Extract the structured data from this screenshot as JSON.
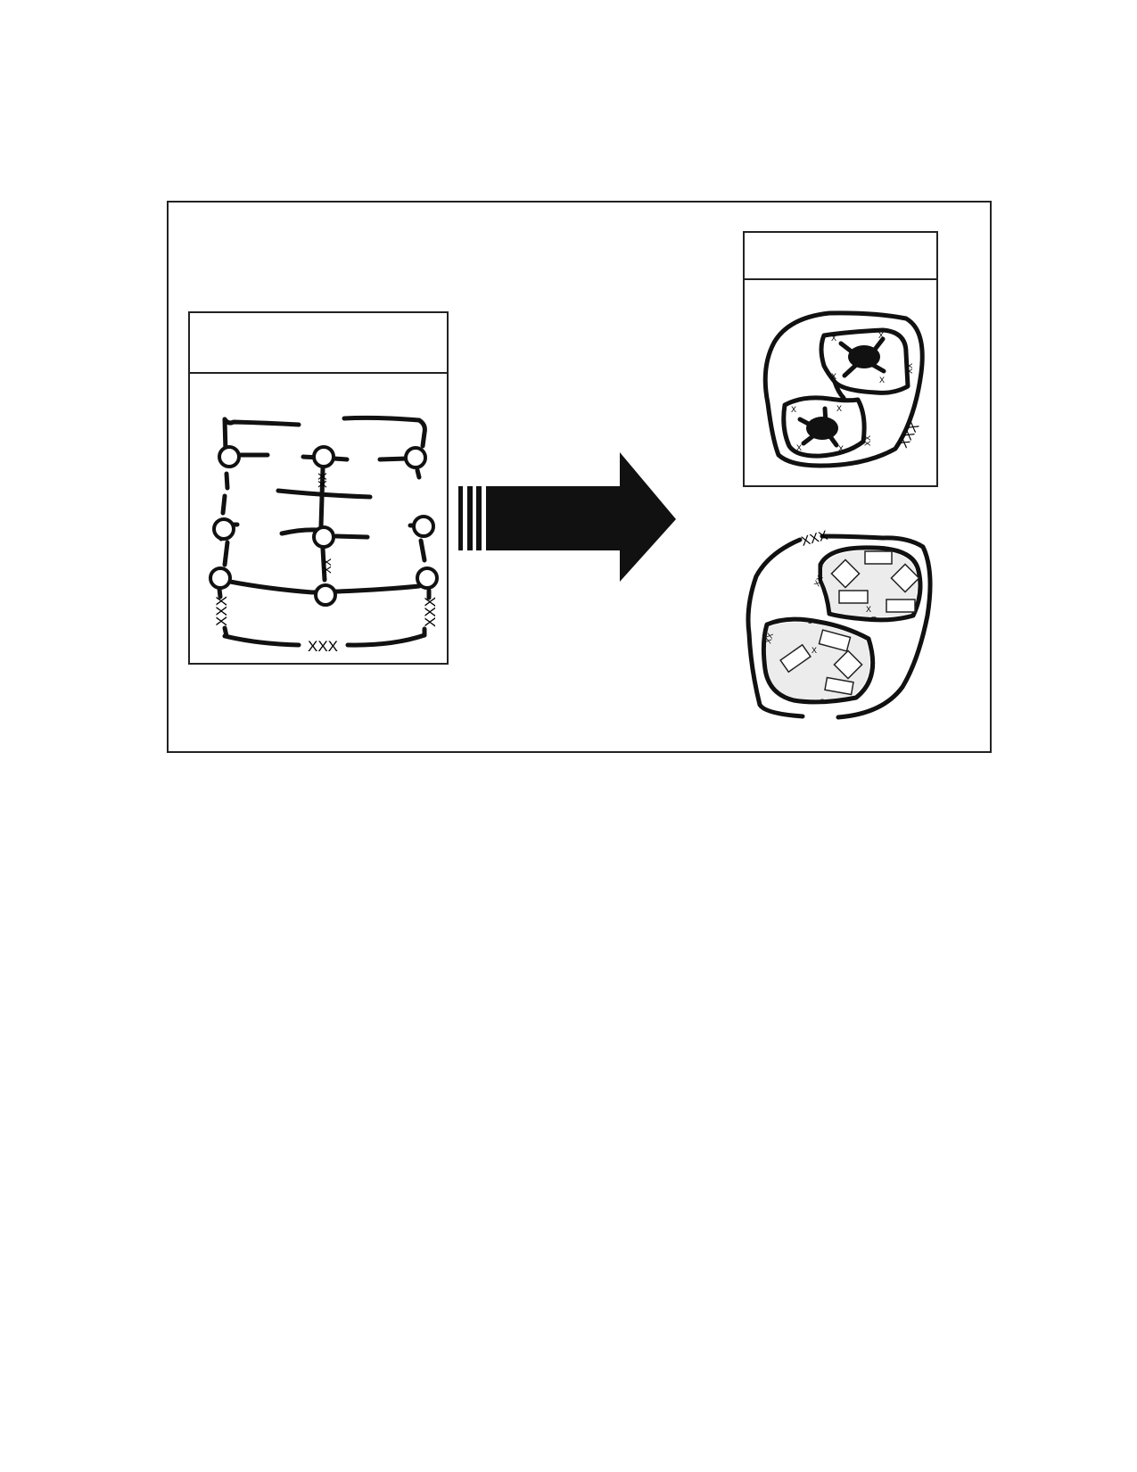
{
  "colors": {
    "ink": "#111111",
    "paper": "#ffffff",
    "panel_fill": "#f5f5f5"
  },
  "labels": {
    "xxx": "XXX",
    "xx": "XX",
    "x": "X"
  },
  "icons": {
    "transition": "arrow-right-icon"
  }
}
